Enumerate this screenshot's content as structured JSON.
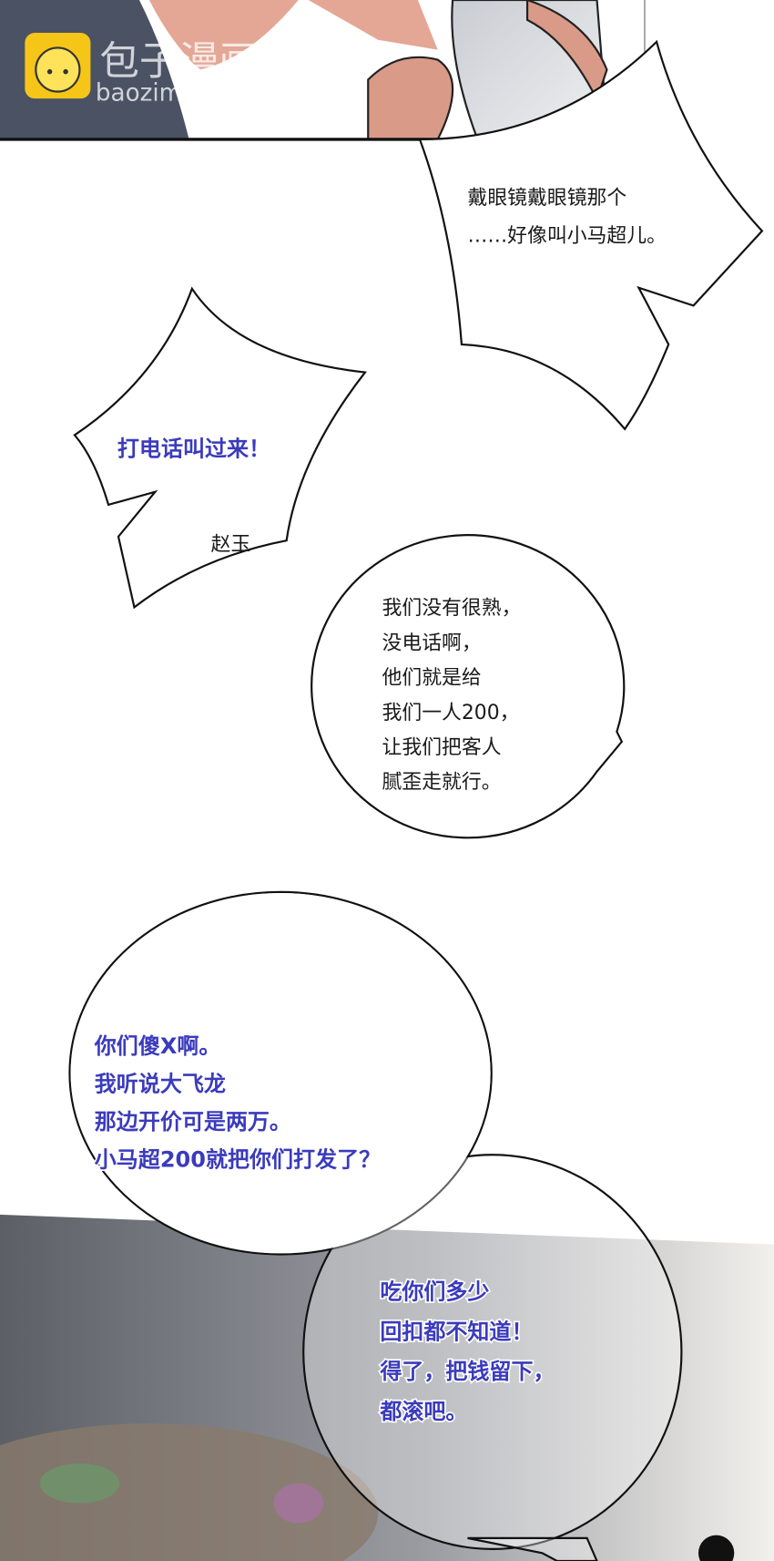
{
  "watermark": {
    "title": "包子漫画",
    "url": "baozimh.com",
    "logo_color": "#f5c518"
  },
  "colors": {
    "dialogue_blue": "#3b3bbd",
    "dialogue_black": "#1a1a1a"
  },
  "bubbles": [
    {
      "lines": [
        "戴眼镜戴眼镜那个",
        "……好像叫小马超儿。"
      ]
    },
    {
      "lines": [
        "打电话叫过来！"
      ]
    },
    {
      "lines": [
        "赵玉"
      ]
    },
    {
      "lines": [
        "我们没有很熟，",
        "没电话啊，",
        "他们就是给",
        "我们一人200，",
        "让我们把客人",
        "腻歪走就行。"
      ]
    },
    {
      "lines": [
        "你们傻X啊。",
        "我听说大飞龙",
        "那边开价可是两万。",
        "小马超200就把你们打发了？"
      ]
    },
    {
      "lines": [
        "吃你们多少",
        "回扣都不知道！",
        "得了，把钱留下，",
        "都滚吧。"
      ]
    }
  ]
}
